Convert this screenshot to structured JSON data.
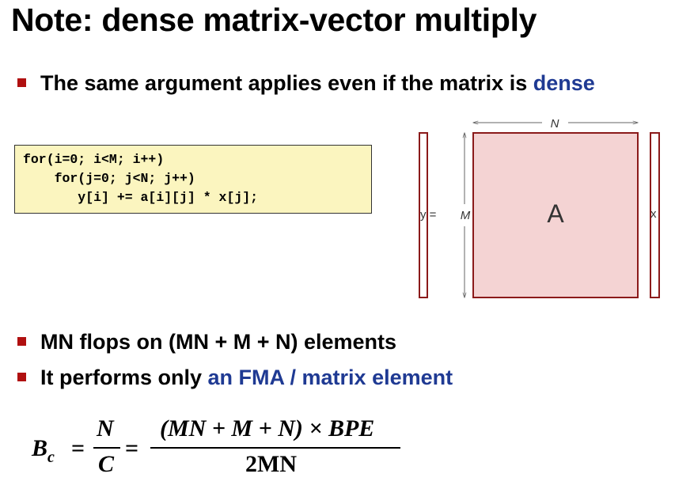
{
  "title": "Note: dense matrix-vector multiply",
  "bullets": {
    "b1_text": "The same argument applies even if the matrix is ",
    "b1_highlight": "dense",
    "b2_text": "MN flops on (MN + M + N) elements",
    "b3_text": "It performs only ",
    "b3_highlight": "an FMA / matrix element"
  },
  "code": {
    "line1": "for(i=0; i<M; i++)",
    "line2": "    for(j=0; j<N; j++)",
    "line3": "       y[i] += a[i][j] * x[j];"
  },
  "diagram": {
    "label_n": "N",
    "label_m": "M",
    "label_y_eq": "y =",
    "label_a": "A",
    "label_x": "x"
  },
  "formula": {
    "lhs": "B",
    "lhs_sub": "c",
    "eq": "=",
    "num1": "N",
    "den1": "C",
    "num2": "(MN + M + N) × BPE",
    "den2": "2MN"
  },
  "colors": {
    "accent_blue": "#1f3a93",
    "bullet_red": "#b01010",
    "matrix_fill": "#f4d3d3",
    "matrix_border": "#8b1a1a",
    "code_bg": "#fbf5bf"
  }
}
